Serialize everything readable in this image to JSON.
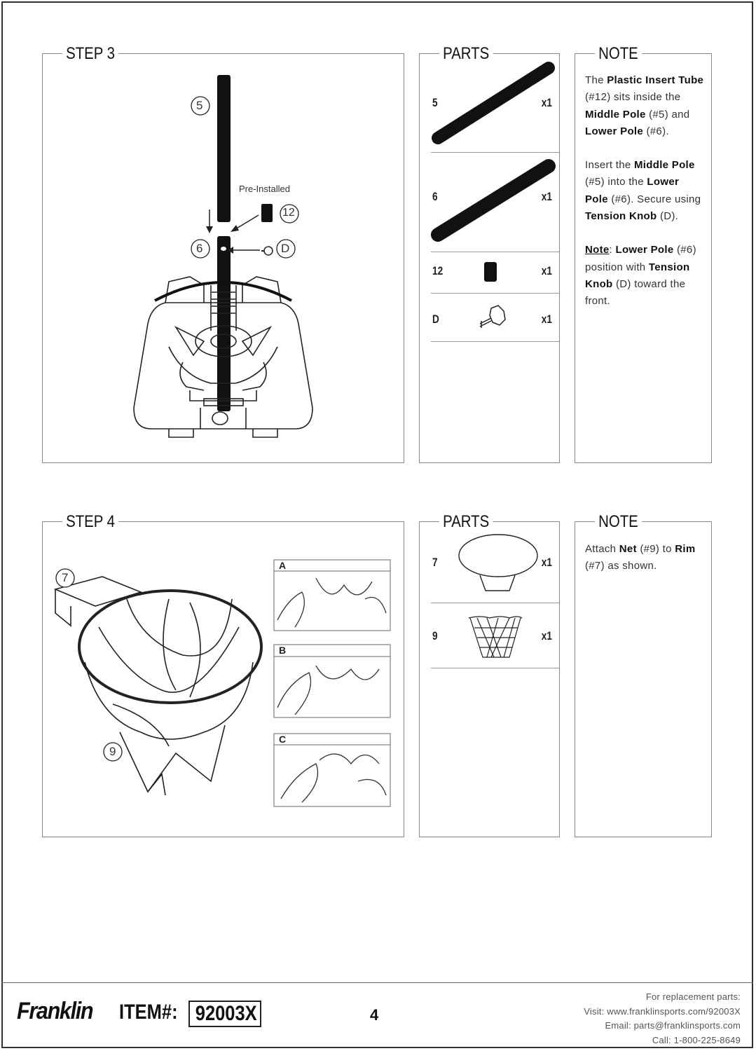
{
  "step3": {
    "title": "STEP 3",
    "callouts": {
      "pole5": "5",
      "pole6": "6",
      "tube12": "12",
      "knobD": "D",
      "preinstalled": "Pre-Installed"
    }
  },
  "step3_parts": {
    "title": "PARTS",
    "rows": [
      {
        "num": "5",
        "qty": "x1"
      },
      {
        "num": "6",
        "qty": "x1"
      },
      {
        "num": "12",
        "qty": "x1"
      },
      {
        "num": "D",
        "qty": "x1"
      }
    ]
  },
  "step3_note": {
    "title": "NOTE",
    "p1": {
      "t1": "The ",
      "b1": "Plastic Insert Tube",
      "t2": " (#12) sits inside the ",
      "b2": "Middle Pole",
      "t3": " (#5) and ",
      "b3": "Lower Pole",
      "t4": " (#6)."
    },
    "p2": {
      "t1": "Insert the ",
      "b1": "Middle Pole",
      "t2": " (#5) into the ",
      "b2": "Lower Pole",
      "t3": " (#6). Secure using ",
      "b3": "Tension Knob",
      "t4": " (D)."
    },
    "p3": {
      "b1": "Note",
      "t1": ": ",
      "b2": "Lower Pole",
      "t2": " (#6) position with ",
      "b3": "Tension Knob",
      "t3": " (D) toward the front."
    }
  },
  "step4": {
    "title": "STEP 4",
    "callouts": {
      "rim7": "7",
      "net9": "9"
    },
    "panels": [
      "A",
      "B",
      "C"
    ]
  },
  "step4_parts": {
    "title": "PARTS",
    "rows": [
      {
        "num": "7",
        "qty": "x1"
      },
      {
        "num": "9",
        "qty": "x1"
      }
    ]
  },
  "step4_note": {
    "title": "NOTE",
    "p1": {
      "t1": "Attach ",
      "b1": "Net",
      "t2": " (#9) to ",
      "b2": "Rim",
      "t3": " (#7) as shown."
    }
  },
  "footer": {
    "brand": "Franklin",
    "item_label": "ITEM#:",
    "item_number": "92003X",
    "page_number": "4",
    "contact": [
      "For replacement parts:",
      "Visit: www.franklinsports.com/92003X",
      "Email: parts@franklinsports.com",
      "Call: 1-800-225-8649"
    ]
  }
}
